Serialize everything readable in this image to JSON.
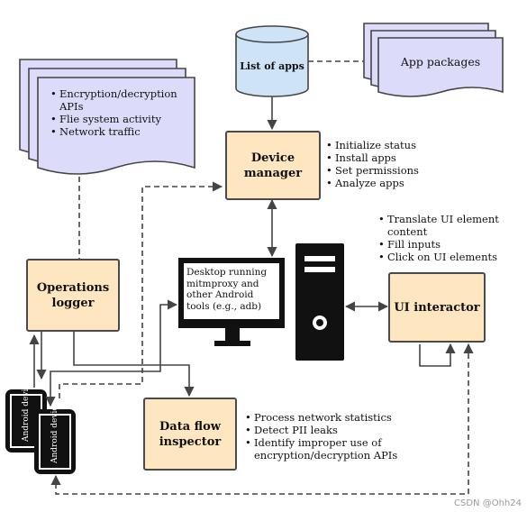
{
  "nodes": {
    "list_of_apps": "List of apps",
    "app_packages": "App packages",
    "device_manager": "Device manager",
    "operations_logger": "Operations logger",
    "ui_interactor": "UI interactor",
    "data_flow_inspector": "Data flow inspector",
    "desktop": "Desktop running mitmproxy and other Android tools (e.g., adb)",
    "android_device": "Android device"
  },
  "logger_docs": [
    "Encryption/decryption APIs",
    "Flie system activity",
    "Network traffic"
  ],
  "device_manager_tasks": [
    "Initialize status",
    "Install apps",
    "Set permissions",
    "Analyze apps"
  ],
  "ui_interactor_tasks": [
    "Translate UI element content",
    "Fill inputs",
    "Click on UI elements"
  ],
  "data_flow_tasks": [
    "Process network statistics",
    "Detect PII leaks",
    "Identify improper use of encryption/decryption APIs"
  ],
  "watermark": "CSDN @Ohh24",
  "colors": {
    "box_fill": "#fde6c0",
    "doc_fill": "#dcdcfa",
    "db_fill": "#cfe3f7",
    "stroke": "#444444",
    "device_fill": "#111111"
  }
}
